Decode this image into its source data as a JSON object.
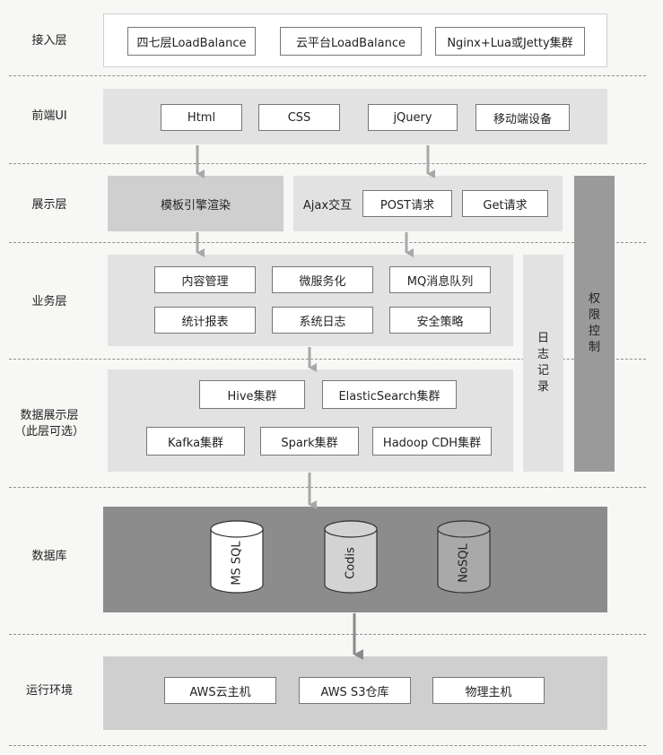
{
  "layers": {
    "access": "接入层",
    "frontend": "前端UI",
    "display": "展示层",
    "business": "业务层",
    "data_display": "数据展示层",
    "data_display_note": "（此层可选）",
    "database": "数据库",
    "runtime": "运行环境"
  },
  "access": {
    "items": [
      "四七层LoadBalance",
      "云平台LoadBalance",
      "Nginx+Lua或Jetty集群"
    ]
  },
  "frontend": {
    "items": [
      "Html",
      "CSS",
      "jQuery",
      "移动端设备"
    ]
  },
  "display": {
    "template_render": "模板引擎渲染",
    "ajax_label": "Ajax交互",
    "post": "POST请求",
    "get": "Get请求"
  },
  "business": {
    "items": [
      "内容管理",
      "微服务化",
      "MQ消息队列",
      "统计报表",
      "系统日志",
      "安全策略"
    ]
  },
  "data_display": {
    "items": [
      "Hive集群",
      "ElasticSearch集群",
      "Kafka集群",
      "Spark集群",
      "Hadoop CDH集群"
    ]
  },
  "database": {
    "items": [
      "MS SQL",
      "Codis",
      "NoSQL"
    ]
  },
  "runtime": {
    "items": [
      "AWS云主机",
      "AWS S3仓库",
      "物理主机"
    ]
  },
  "side": {
    "log": [
      "日",
      "志",
      "记",
      "录"
    ],
    "auth": [
      "权",
      "限",
      "控",
      "制"
    ]
  },
  "colors": {
    "cylinder_white": "#ffffff",
    "cylinder_grey": "#d3d3d3",
    "cylinder_dark": "#a9a9a9",
    "database_band": "#8c8c8c",
    "arrow": "#a8a8a8"
  }
}
